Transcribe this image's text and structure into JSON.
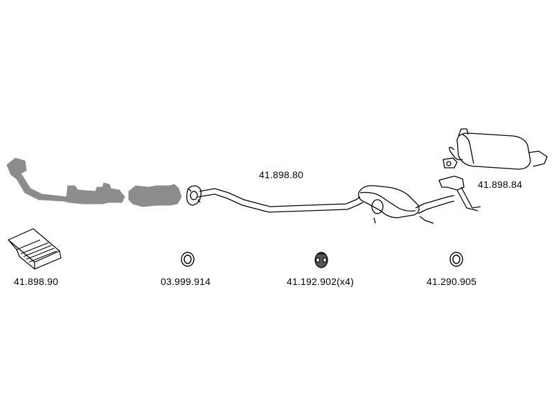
{
  "parts": {
    "front_pipe": {
      "icon": "front-pipe-icon"
    },
    "catalytic_converter": {
      "icon": "catalytic-converter-icon"
    },
    "center_pipe": {
      "part_number": "41.898.80",
      "icon": "center-pipe-muffler-icon"
    },
    "rear_muffler": {
      "part_number": "41.898.84",
      "icon": "rear-muffler-icon"
    },
    "mounting_kit": {
      "part_number": "41.898.90",
      "icon": "mounting-kit-box-icon"
    },
    "gasket_ring": {
      "part_number": "03.999.914",
      "icon": "gasket-ring-icon"
    },
    "rubber_hanger": {
      "part_number": "41.192.902(x4)",
      "icon": "rubber-hanger-icon"
    },
    "seal_ring": {
      "part_number": "41.290.905",
      "icon": "seal-ring-icon"
    }
  },
  "colors": {
    "ghost_part": "#8c8c8c",
    "outline": "#000000",
    "background": "#ffffff"
  }
}
